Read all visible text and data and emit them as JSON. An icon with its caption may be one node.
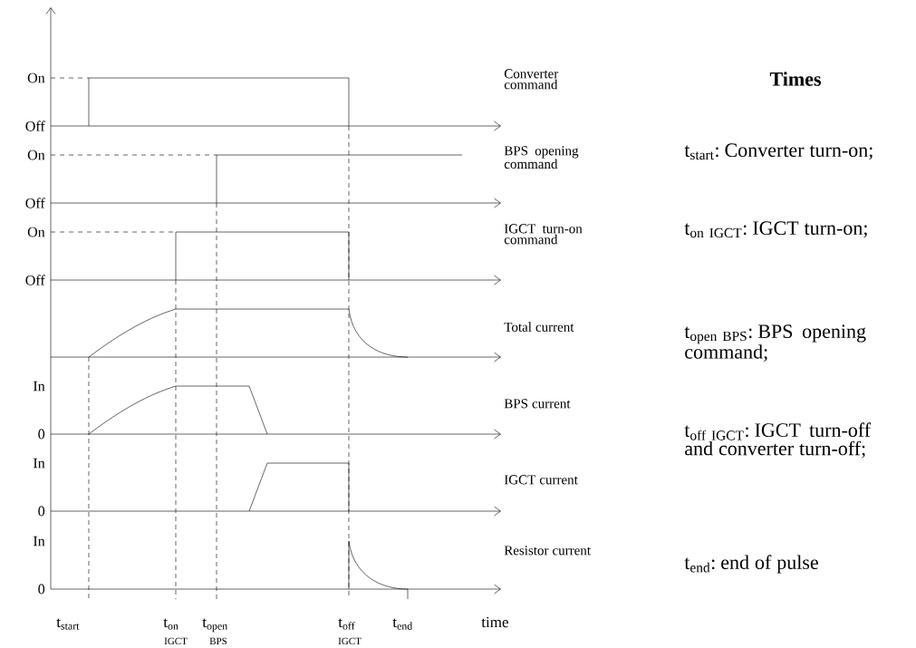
{
  "diagram": {
    "title": "Times",
    "labels": [
      "On",
      "Converter command",
      "Off",
      "On",
      "BPS opening command",
      "Off",
      "On",
      "IGCT turn-on command",
      "Off",
      "Total current",
      "In",
      "BPS current",
      "0",
      "In",
      "IGCT current",
      "0",
      "In",
      "Resistor current",
      "0",
      "t$_{start}$",
      "t$_{on}$",
      "t$_{open}$",
      "t$_{off}$",
      "t$_{end}$",
      "time",
      "IGCT",
      "BPS",
      "IGCT",
      "t$_{start}$: Converter turn-on;",
      "\\text{t}_{\\text{on IGCT}}",
      ": IGCT turn-on;",
      "\\text{t}_{\\text{open BPS}}",
      ": BPS opening command;",
      "\\text{t}_{\\text{off IGCT}}",
      ": IGCT turn-off and converter turn-off;",
      "t$_{end}$: end of pulse"
    ]
  }
}
